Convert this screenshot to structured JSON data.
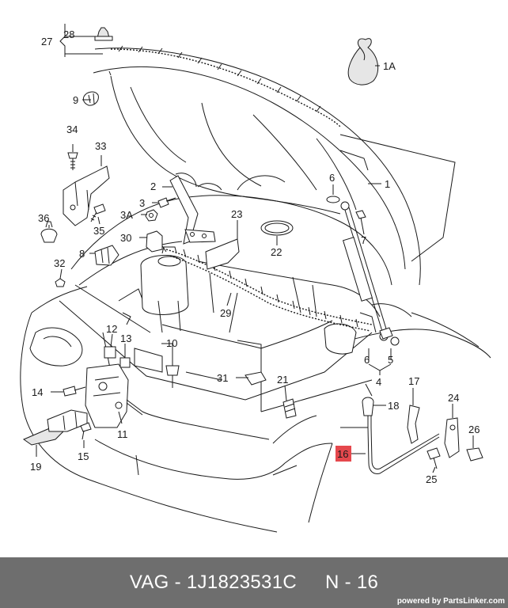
{
  "diagram": {
    "callouts": [
      "27",
      "28",
      "1A",
      "9",
      "1",
      "6",
      "2",
      "3",
      "3A",
      "7",
      "33",
      "34",
      "35",
      "36",
      "30",
      "8",
      "23",
      "22",
      "32",
      "29",
      "12",
      "13",
      "10",
      "14",
      "31",
      "21",
      "6",
      "5",
      "4",
      "18",
      "17",
      "24",
      "26",
      "16",
      "11",
      "15",
      "19",
      "25"
    ],
    "highlight_callout": "16",
    "highlight_color": "#e5484d"
  },
  "footer": {
    "brand_prefix": "VAG",
    "separator": "-",
    "part_number": "1J1823531C",
    "position_label": "N - 16",
    "powered_by": "powered by PartsLinker.com",
    "background": "#6e6e6e"
  }
}
